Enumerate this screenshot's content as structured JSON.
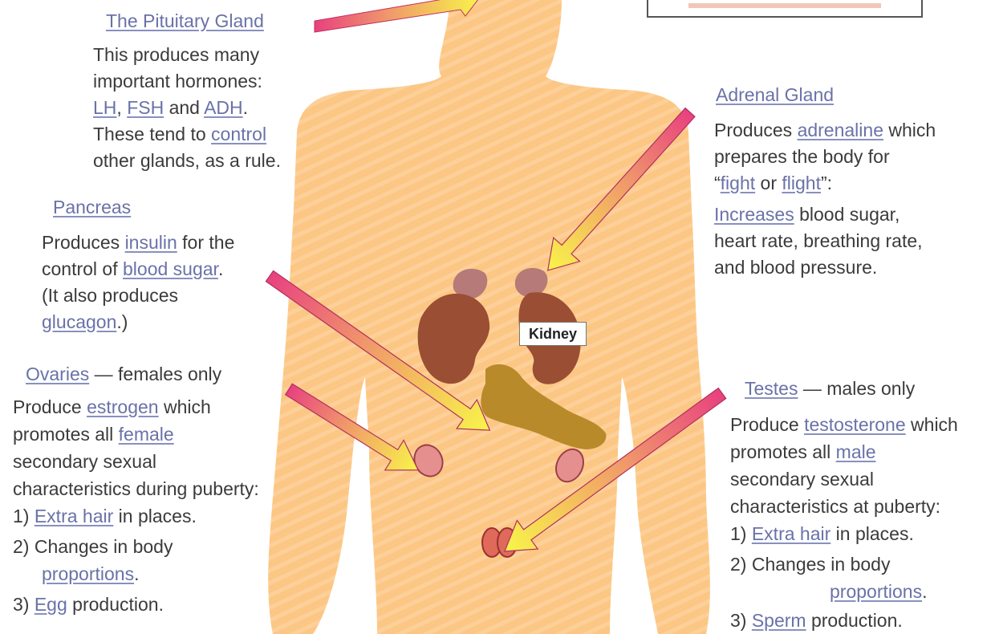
{
  "colors": {
    "body": "#fcc784",
    "kidney": "#9a4e33",
    "adrenal": "#b67a78",
    "pancreas": "#b98a2a",
    "gonad": "#e58f8e",
    "arrow_start": "#e8417f",
    "arrow_end": "#f8f54a",
    "heading": "#6a72a8"
  },
  "kidney_label": "Kidney",
  "pituitary": {
    "heading": "The Pituitary Gland",
    "line1": "This produces many",
    "line2": "important hormones:",
    "lh": "LH",
    "comma": ",",
    "fsh": "FSH",
    "and": "and",
    "adh": "ADH",
    "dot": ".",
    "line4a": "These tend to",
    "control": "control",
    "line5": "other glands, as a rule."
  },
  "pancreas": {
    "heading": "Pancreas",
    "l1a": "Produces",
    "insulin": "insulin",
    "l1b": "for the",
    "l2a": "control of",
    "blood_sugar": "blood sugar",
    "l2b": ".",
    "l3": "(It also produces",
    "glucagon": "glucagon",
    "l4b": ".)"
  },
  "ovaries": {
    "heading": "Ovaries",
    "suffix": "— females only",
    "l1a": "Produce",
    "estrogen": "estrogen",
    "l1b": "which",
    "l2a": "promotes all",
    "female": "female",
    "l3": "secondary sexual",
    "l4": "characteristics during puberty:",
    "i1a": "1)",
    "extra_hair": "Extra hair",
    "i1b": "in places.",
    "i2": "2) Changes in body",
    "proportions": "proportions",
    "i2b": ".",
    "i3a": "3)",
    "egg": "Egg",
    "i3b": "production."
  },
  "adrenal": {
    "heading": "Adrenal Gland",
    "l1a": "Produces",
    "adrenaline": "adrenaline",
    "l1b": "which",
    "l2": "prepares the body for",
    "q1": "“",
    "fight": "fight",
    "or": "or",
    "flight": "flight",
    "q2": "”:",
    "increases": "Increases",
    "l4b": "blood sugar,",
    "l5": "heart rate, breathing rate,",
    "l6": "and blood pressure."
  },
  "testes": {
    "heading": "Testes",
    "suffix": "— males only",
    "l1a": "Produce",
    "testosterone": "testosterone",
    "l1b": "which",
    "l2a": "promotes all",
    "male": "male",
    "l3": "secondary sexual",
    "l4": "characteristics at puberty:",
    "i1a": "1)",
    "extra_hair": "Extra hair",
    "i1b": "in places.",
    "i2": "2) Changes in body",
    "proportions": "proportions",
    "i2b": ".",
    "i3a": "3)",
    "sperm": "Sperm",
    "i3b": "production."
  }
}
